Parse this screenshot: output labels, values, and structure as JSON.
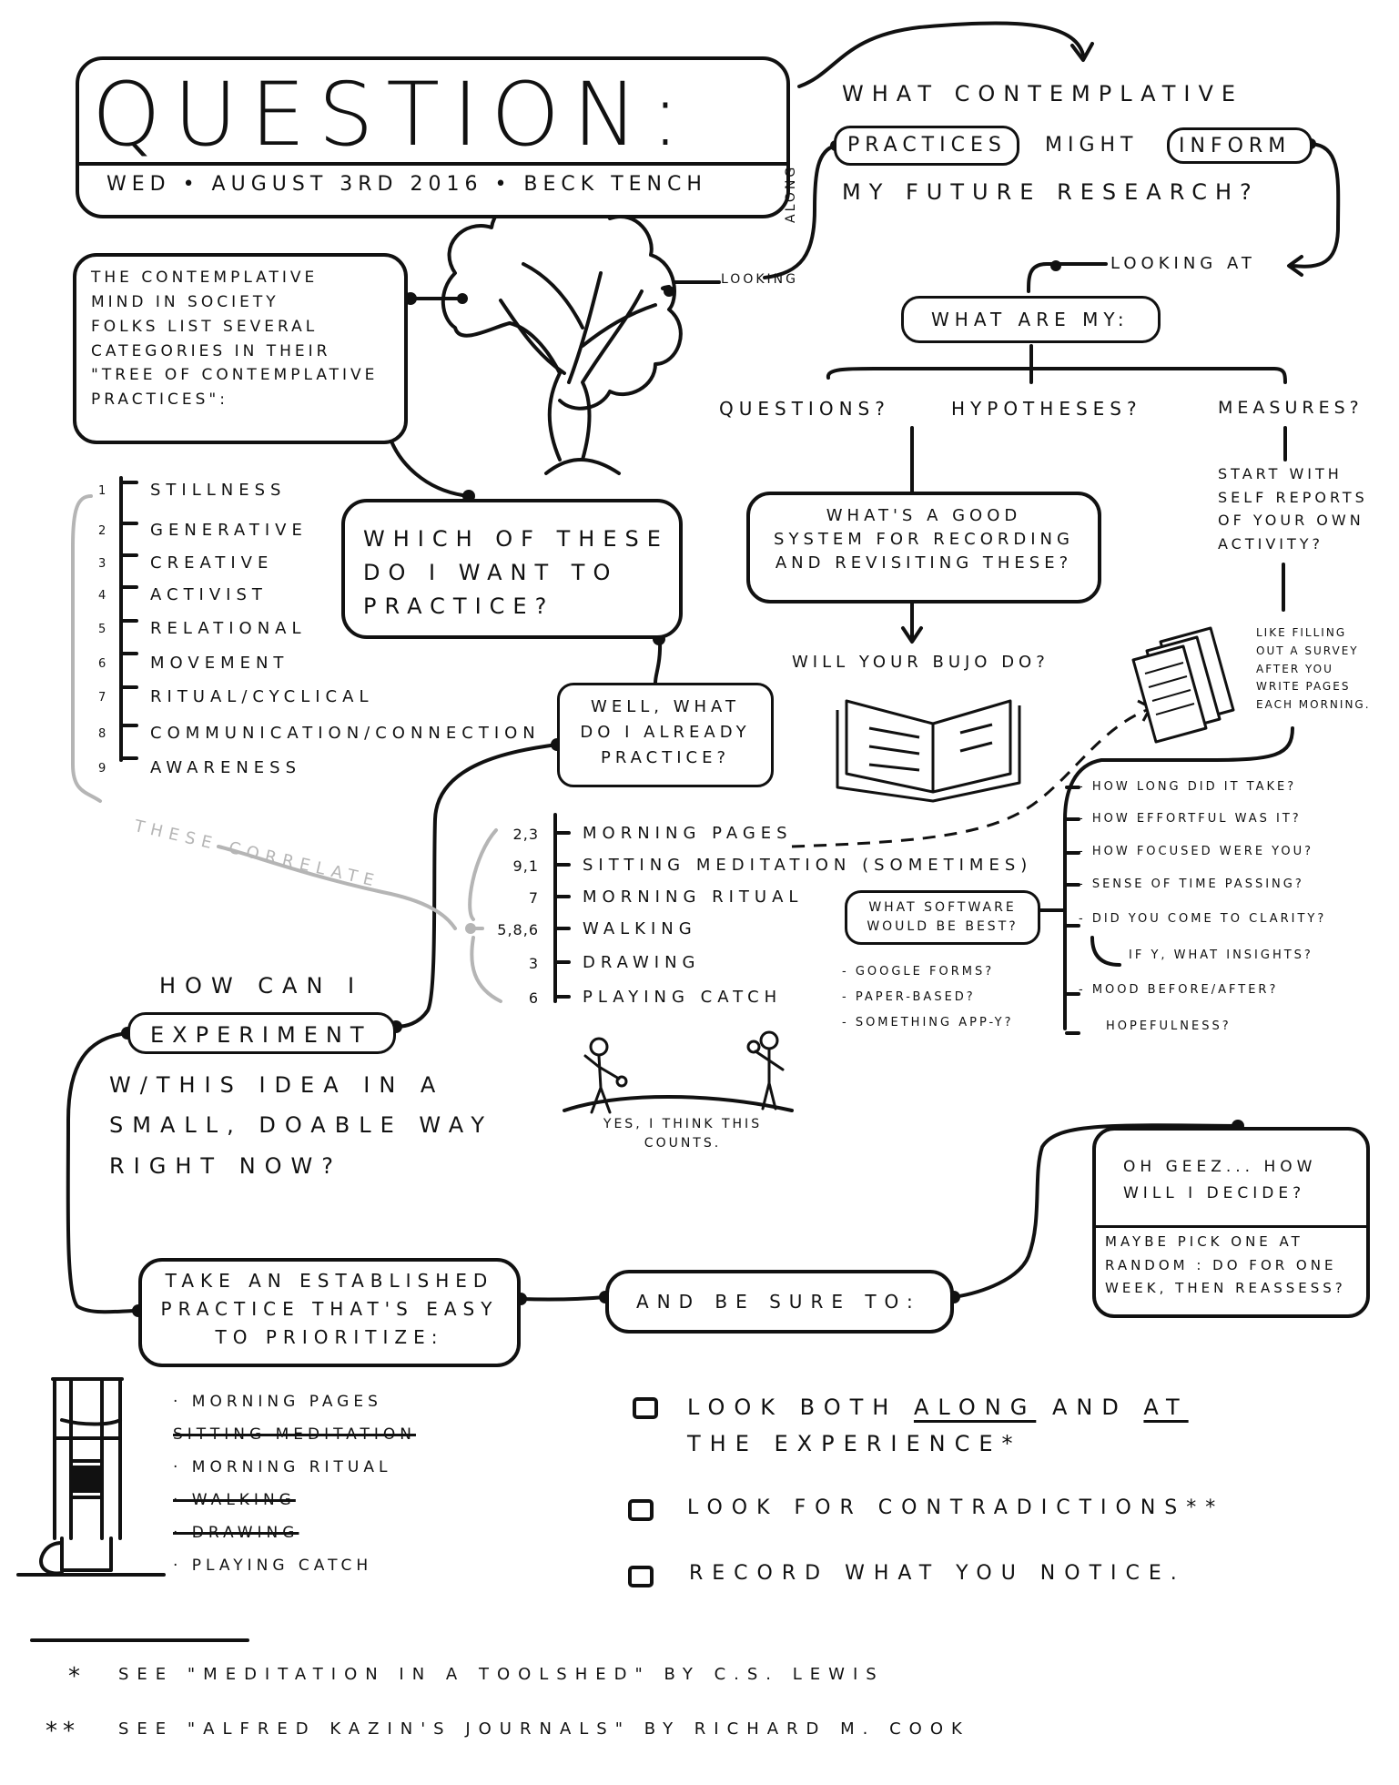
{
  "title_box": {
    "title": "QUESTION:",
    "byline": "WED • AUGUST 3RD 2016 • BECK TENCH"
  },
  "main_question": {
    "line1": "WHAT CONTEMPLATIVE",
    "practices": "PRACTICES",
    "might": "MIGHT",
    "inform": "INFORM",
    "line3": "MY FUTURE RESEARCH?"
  },
  "tree_box": {
    "text": "THE CONTEMPLATIVE\nMIND IN SOCIETY\nFOLKS LIST SEVERAL\nCATEGORIES IN THEIR\n\"TREE OF CONTEMPLATIVE\nPRACTICES\":"
  },
  "looking_along": {
    "looking": "LOOKING",
    "along": "ALONG"
  },
  "looking_at": "LOOKING AT",
  "what_are_my": "WHAT ARE MY:",
  "branches": {
    "questions": "QUESTIONS?",
    "hypotheses": "HYPOTHESES?",
    "measures": "MEASURES?"
  },
  "system_box": {
    "text": "WHAT'S A GOOD\nSYSTEM FOR RECORDING\nAND REVISITING THESE?"
  },
  "bujo": "WILL YOUR BUJO DO?",
  "self_reports": "START WITH\nSELF REPORTS\nOF YOUR OWN\nACTIVITY?",
  "survey_note": "LIKE FILLING\nOUT A SURVEY\nAFTER YOU\nWRITE PAGES\nEACH MORNING.",
  "categories": [
    {
      "num": "1",
      "label": "STILLNESS"
    },
    {
      "num": "2",
      "label": "GENERATIVE"
    },
    {
      "num": "3",
      "label": "CREATIVE"
    },
    {
      "num": "4",
      "label": "ACTIVIST"
    },
    {
      "num": "5",
      "label": "RELATIONAL"
    },
    {
      "num": "6",
      "label": "MOVEMENT"
    },
    {
      "num": "7",
      "label": "RITUAL/CYCLICAL"
    },
    {
      "num": "8",
      "label": "COMMUNICATION/CONNECTION"
    },
    {
      "num": "9",
      "label": "AWARENESS"
    }
  ],
  "these_correlate": "THESE CORRELATE",
  "which_box": {
    "text": "WHICH OF THESE\nDO I WANT TO\nPRACTICE?"
  },
  "already_box": {
    "text": "WELL, WHAT\nDO I ALREADY\nPRACTICE?"
  },
  "current_practices": [
    {
      "nums": "2,3",
      "label": "MORNING PAGES"
    },
    {
      "nums": "9,1",
      "label": "SITTING MEDITATION (SOMETIMES)"
    },
    {
      "nums": "7",
      "label": "MORNING RITUAL"
    },
    {
      "nums": "5,8,6",
      "label": "WALKING"
    },
    {
      "nums": "3",
      "label": "DRAWING"
    },
    {
      "nums": "6",
      "label": "PLAYING CATCH"
    }
  ],
  "survey_questions": [
    "- HOW LONG DID IT TAKE?",
    "- HOW EFFORTFUL WAS IT?",
    "- HOW FOCUSED WERE YOU?",
    "- SENSE OF TIME PASSING?",
    "- DID YOU COME TO CLARITY?",
    "IF Y, WHAT INSIGHTS?",
    "- MOOD BEFORE/AFTER?",
    "HOPEFULNESS?"
  ],
  "software_box": {
    "text": "WHAT SOFTWARE\nWOULD BE BEST?"
  },
  "software_options": [
    "- GOOGLE FORMS?",
    "- PAPER-BASED?",
    "- SOMETHING APP-Y?"
  ],
  "catch_caption": "YES, I THINK THIS\nCOUNTS.",
  "experiment": {
    "how_can_i": "HOW CAN I",
    "can": "CAN",
    "box": "EXPERIMENT",
    "rest": "W/THIS IDEA IN A\nSMALL, DOABLE WAY\nRIGHT NOW?"
  },
  "take_box": {
    "text": "TAKE AN ESTABLISHED\nPRACTICE THAT'S EASY\nTO PRIORITIZE:"
  },
  "be_sure_box": {
    "text": "AND BE SURE TO:"
  },
  "decide_box": {
    "top": "OH GEEZ... HOW\nWILL I DECIDE?",
    "bottom": "MAYBE PICK ONE AT\nRANDOM : DO FOR ONE\nWEEK, THEN REASSESS?"
  },
  "prioritize_list": [
    {
      "label": "· MORNING PAGES",
      "struck": false
    },
    {
      "label": "SITTING MEDITATION",
      "struck": true
    },
    {
      "label": "· MORNING RITUAL",
      "struck": false
    },
    {
      "label": "· WALKING",
      "struck": true
    },
    {
      "label": "· DRAWING",
      "struck": true
    },
    {
      "label": "· PLAYING CATCH",
      "struck": false
    }
  ],
  "checklist": [
    {
      "pre": "LOOK BOTH ",
      "u1": "ALONG",
      "mid": " AND ",
      "u2": "AT",
      "line2": "THE EXPERIENCE*"
    },
    {
      "text": "LOOK FOR CONTRADICTIONS**"
    },
    {
      "text": "RECORD WHAT YOU NOTICE."
    }
  ],
  "footnotes": [
    {
      "mark": "*",
      "text": "SEE \"MEDITATION IN A TOOLSHED\" BY C.S. LEWIS"
    },
    {
      "mark": "**",
      "text": "SEE \"ALFRED KAZIN'S JOURNALS\" BY RICHARD M. COOK"
    }
  ],
  "colors": {
    "ink": "#111111",
    "correlate_gray": "#b5b5b5",
    "paper": "#ffffff"
  }
}
